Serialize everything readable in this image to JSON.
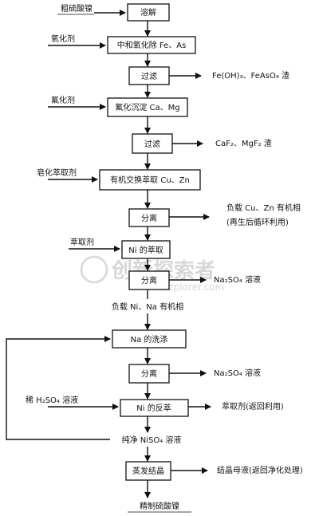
{
  "watermark": {
    "main": "创新探索者",
    "url": "www.Dzplorer.com"
  },
  "inputs": {
    "crude": "粗硫酸镍",
    "oxidant": "氧化剂",
    "fluoride": "氟化剂",
    "sap_extractant": "皂化萃取剂",
    "extractant": "萃取剂",
    "dilute_acid": "稀 H₂SO₄ 溶液"
  },
  "steps": {
    "dissolve": "溶解",
    "neutralize": "中和氧化除 Fe、As",
    "filter1": "过滤",
    "fluoride_ppt": "氟化沉淀 Ca、Mg",
    "filter2": "过滤",
    "exchange": "有机交换萃取 Cu、Zn",
    "separate1": "分离",
    "ni_extract": "Ni 的萃取",
    "separate2": "分离",
    "na_wash": "Na 的洗涤",
    "separate3": "分离",
    "ni_strip": "Ni 的反萃",
    "pure": "纯净 NiSO₄ 溶液",
    "evaporate": "蒸发结晶"
  },
  "outputs": {
    "residue1": "Fe(OH)₃、FeAsO₄ 渣",
    "residue2": "CaF₂、MgF₂ 渣",
    "loaded1_line1": "负载 Cu、Zn 有机相",
    "loaded1_line2": "(再生后循环利用)",
    "na2so4_1": "Na₂SO₄ 溶液",
    "loaded_ni_na": "负载 Ni、Na 有机相",
    "na2so4_2": "Na₂SO₄ 溶液",
    "extractant_recycle": "萃取剂(返回利用)",
    "mother_liquor": "结晶母液(返回净化处理)",
    "final": "精制硫酸镍"
  }
}
